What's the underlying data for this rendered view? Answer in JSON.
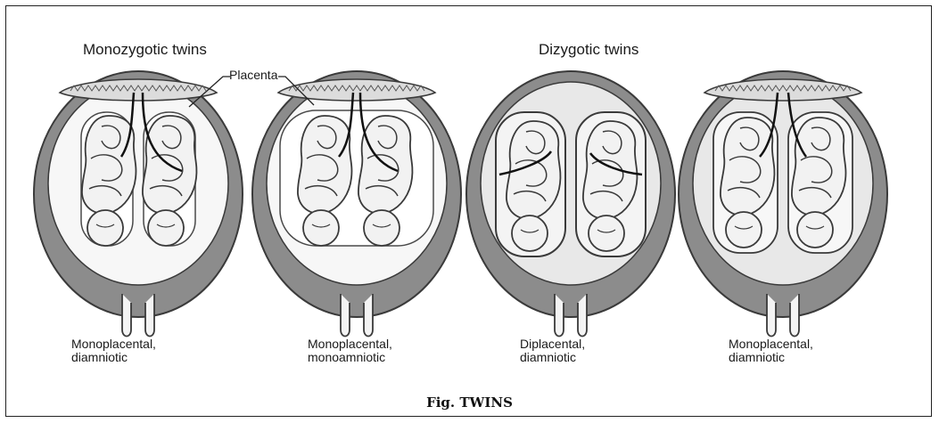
{
  "headings": {
    "monozygotic": "Monozygotic twins",
    "dizygotic": "Dizygotic twins"
  },
  "placenta_label": "Placenta",
  "panels": [
    {
      "line1": "Monoplacental,",
      "line2": "diamniotic"
    },
    {
      "line1": "Monoplacental,",
      "line2": "monoamniotic"
    },
    {
      "line1": "Diplacental,",
      "line2": "diamniotic"
    },
    {
      "line1": "Monoplacental,",
      "line2": "diamniotic"
    }
  ],
  "caption": "Fig. TWINS"
}
